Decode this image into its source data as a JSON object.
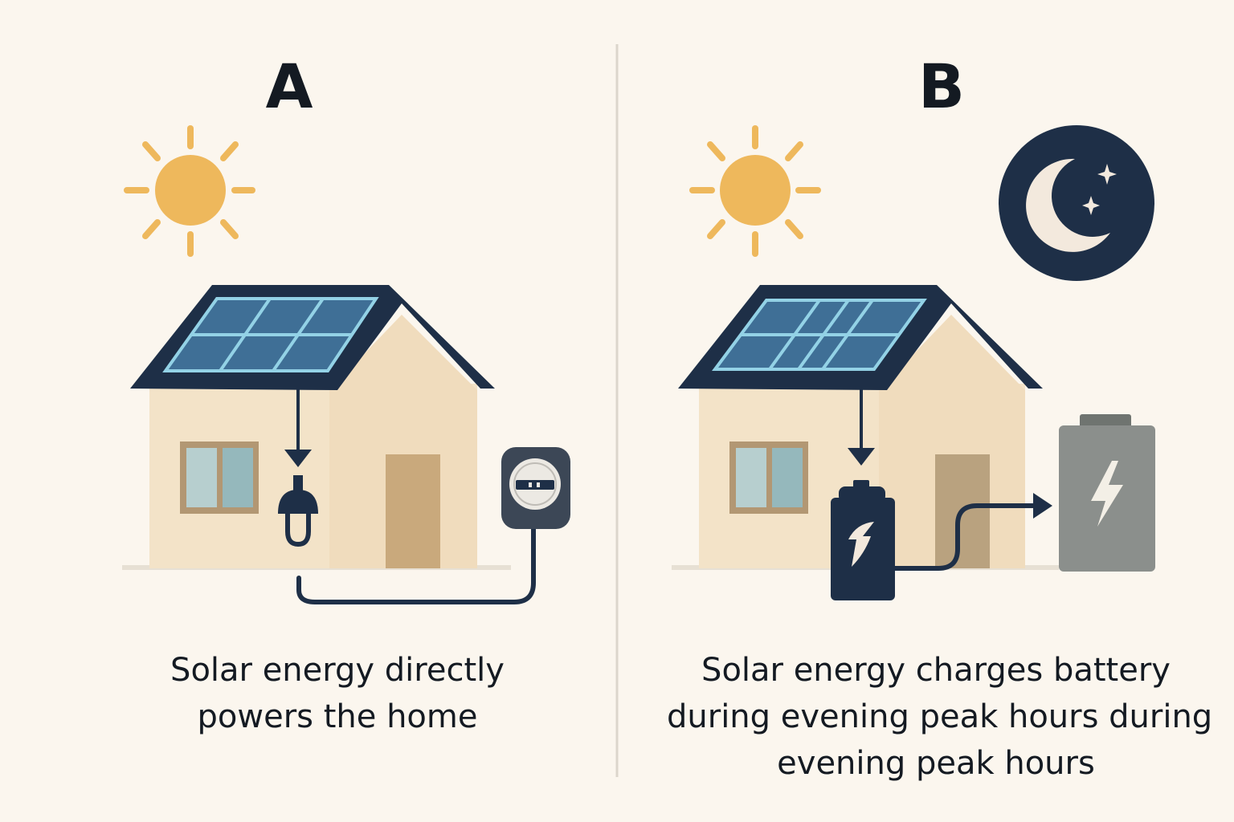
{
  "panels": [
    {
      "letter": "A",
      "caption_lines": [
        "Solar energy directly",
        "powers the home"
      ]
    },
    {
      "letter": "B",
      "caption_lines": [
        "Solar energy charges battery",
        "during evening peak hours during",
        "evening  peak hours"
      ]
    }
  ],
  "colors": {
    "background": "#fbf6ee",
    "sun": "#eeb85c",
    "roof": "#1e2f47",
    "wall": "#f3e3c8",
    "panel": "#3f6f96",
    "panel_grid": "#93d2e6",
    "door": "#c9a97c",
    "window": "#a9c6c8",
    "battery_grey": "#8b8f8c",
    "text": "#141a22"
  },
  "icons": [
    "sun-icon",
    "moon-icon",
    "star-icon",
    "solar-panel-icon",
    "plug-icon",
    "electric-meter-icon",
    "battery-icon",
    "lightning-bolt-icon",
    "arrow-icon"
  ]
}
